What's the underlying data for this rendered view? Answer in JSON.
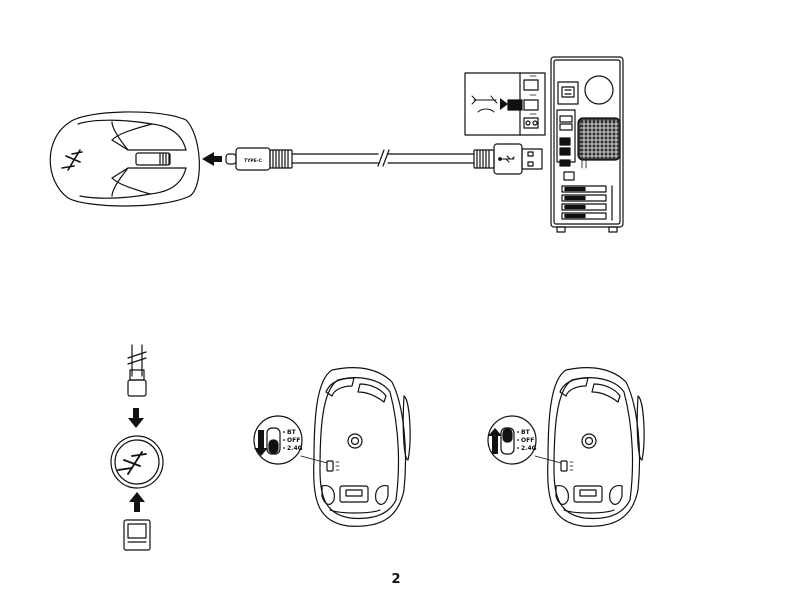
{
  "page": {
    "number": "2"
  },
  "cable": {
    "plug_label": "TYPE-C"
  },
  "switch_left": {
    "pos_top": "BT",
    "pos_mid": "OFF",
    "pos_bottom": "2.4G"
  },
  "switch_right": {
    "pos_top": "BT",
    "pos_mid": "OFF",
    "pos_bottom": "2.4G"
  },
  "colors": {
    "line": "#111111",
    "fill": "#ffffff"
  }
}
